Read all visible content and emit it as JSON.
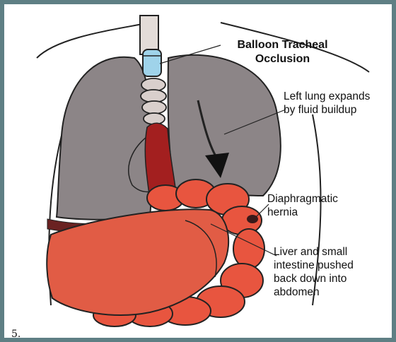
{
  "labels": {
    "balloon": "Balloon Tracheal\nOcclusion",
    "lung": "Left lung expands\nby fluid buildup",
    "hernia": "Diaphragmatic\nhernia",
    "liver": "Liver and small\nintestine pushed\nback down into\nabdomen"
  },
  "caption": "5.",
  "colors": {
    "frame": "#5f7f84",
    "lung": "#8c8587",
    "lung_dark": "#5e5658",
    "intestine": "#e8553f",
    "liver": "#e15c45",
    "heart": "#a31f1f",
    "balloon": "#9fd3ea",
    "diaphragm": "#6a2222"
  },
  "icons": [
    "downward-arrow-icon"
  ]
}
